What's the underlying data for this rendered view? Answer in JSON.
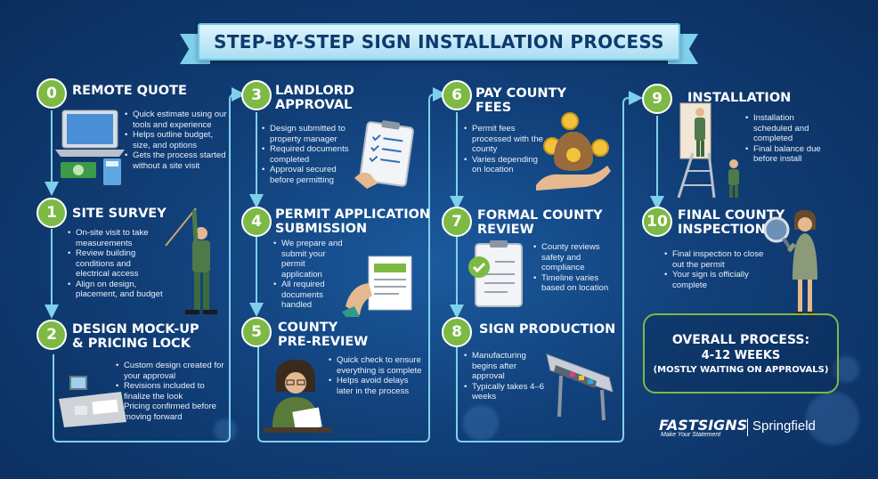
{
  "title": "STEP-BY-STEP SIGN INSTALLATION PROCESS",
  "steps": [
    {
      "number": "0",
      "title": [
        "REMOTE QUOTE"
      ],
      "bullets": [
        "Quick estimate using our tools and experience",
        "Helps outline budget, size, and options",
        "Gets the process started without a site visit"
      ]
    },
    {
      "number": "1",
      "title": [
        "SITE SURVEY"
      ],
      "bullets": [
        "On-site visit to take measurements",
        "Review building conditions and electrical access",
        "Align on design, placement, and budget"
      ]
    },
    {
      "number": "2",
      "title": [
        "DESIGN MOCK-UP",
        "& PRICING LOCK"
      ],
      "bullets": [
        "Custom design created for your approval",
        "Revisions included to finalize the look",
        "Pricing confirmed before moving forward"
      ]
    },
    {
      "number": "3",
      "title": [
        "LANDLORD",
        "APPROVAL"
      ],
      "bullets": [
        "Design submitted to property manager",
        "Required documents completed",
        "Approval secured before permitting"
      ]
    },
    {
      "number": "4",
      "title": [
        "PERMIT APPLICATION",
        "SUBMISSION"
      ],
      "bullets": [
        "We prepare and submit your permit application",
        "All required documents handled"
      ]
    },
    {
      "number": "5",
      "title": [
        "COUNTY",
        "PRE-REVIEW"
      ],
      "bullets": [
        "Quick check to ensure everything is complete",
        "Helps avoid delays later in the process"
      ]
    },
    {
      "number": "6",
      "title": [
        "PAY COUNTY",
        "FEES"
      ],
      "bullets": [
        "Permit fees processed with the county",
        "Varies depending on location"
      ]
    },
    {
      "number": "7",
      "title": [
        "FORMAL COUNTY",
        "REVIEW"
      ],
      "bullets": [
        "County reviews safety and compliance",
        "Timeline varies based on location"
      ]
    },
    {
      "number": "8",
      "title": [
        "SIGN PRODUCTION"
      ],
      "bullets": [
        "Manufacturing begins after approval",
        "Typically takes 4–6 weeks"
      ]
    },
    {
      "number": "9",
      "title": [
        "INSTALLATION"
      ],
      "bullets": [
        "Installation scheduled and completed",
        "Final balance due before install"
      ]
    },
    {
      "number": "10",
      "title": [
        "FINAL COUNTY",
        "INSPECTION"
      ],
      "bullets": [
        "Final inspection to close out the permit",
        "Your sign is officially complete"
      ]
    }
  ],
  "overall": {
    "line1": "OVERALL PROCESS:",
    "line2": "4-12 WEEKS",
    "line3": "(MOSTLY WAITING ON APPROVALS)"
  },
  "brand": {
    "name": "FASTSIGNS",
    "tagline": "Make Your Statement",
    "location": "Springfield"
  },
  "colors": {
    "background": "#113f78",
    "accent_green": "#7db945",
    "connector": "#7fd0ec",
    "banner": "#bfe8f6"
  },
  "illustrations": [
    "laptop-with-calculator",
    "surveyor-with-tape",
    "design-desk",
    "clipboard-checklist",
    "permit-document-hand",
    "reviewer-at-desk",
    "money-bag-hand",
    "approved-clipboard",
    "large-format-printer",
    "installers-on-ladder",
    "inspector-with-magnifier"
  ]
}
